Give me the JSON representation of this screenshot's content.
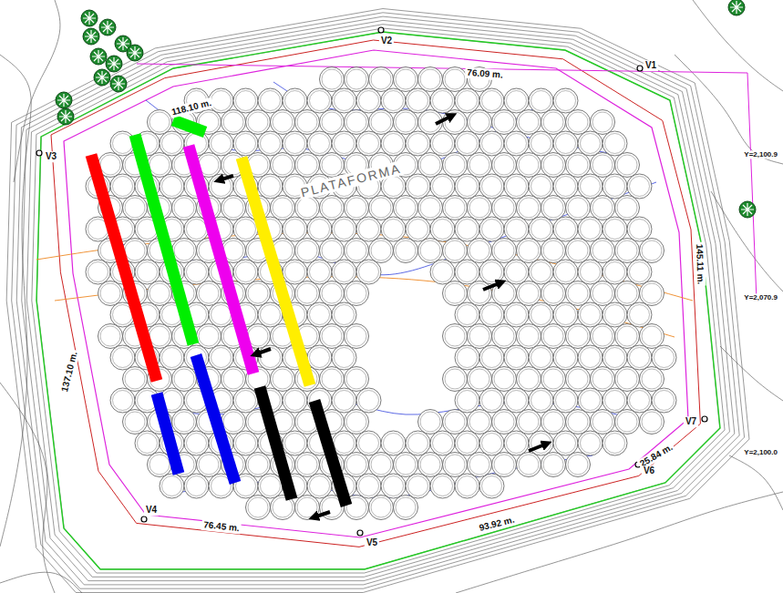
{
  "diagram": {
    "labels": [
      "118.10 m.",
      "76.09 m.",
      "145.11 m.",
      "137.10 m.",
      "76.45 m.",
      "93.92 m.",
      "25.84 m.",
      "V1",
      "V2",
      "V3",
      "V4",
      "V5",
      "V6",
      "V7",
      "PLATAFORMA",
      "Y=2,100.9",
      "Y=2,070.9",
      "Y=2,100.0"
    ]
  }
}
